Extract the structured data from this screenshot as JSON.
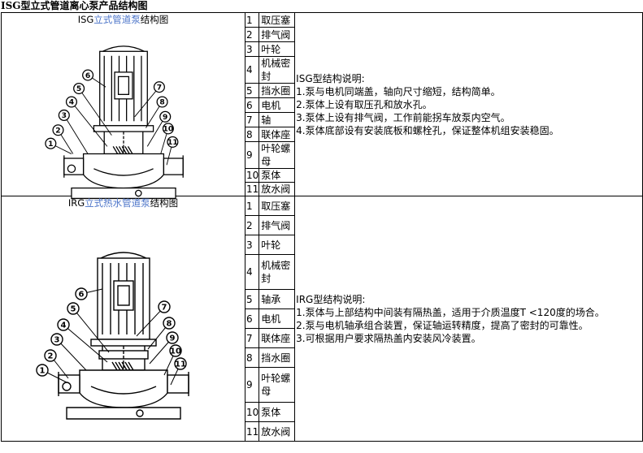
{
  "page": {
    "title": "ISG型立式管道离心泵产品结构图"
  },
  "sections": [
    {
      "caption_prefix": "ISG",
      "caption_link": "立式管道泵",
      "caption_suffix": "结构图",
      "parts": [
        {
          "num": "1",
          "name": "取压塞"
        },
        {
          "num": "2",
          "name": "排气阀"
        },
        {
          "num": "3",
          "name": "叶轮"
        },
        {
          "num": "4",
          "name": "机械密封"
        },
        {
          "num": "5",
          "name": "挡水圈"
        },
        {
          "num": "6",
          "name": "电机"
        },
        {
          "num": "7",
          "name": "轴"
        },
        {
          "num": "8",
          "name": "联体座"
        },
        {
          "num": "9",
          "name": "叶轮螺母"
        },
        {
          "num": "10",
          "name": "泵体"
        },
        {
          "num": "11",
          "name": "放水阀"
        }
      ],
      "description": [
        "ISG型结构说明:",
        "1.泵与电机同端盖，轴向尺寸缩短，结构简单。",
        "2.泵体上设有取压孔和放水孔。",
        "3.泵体上设有排气阀，工作前能拐车放泵内空气。",
        "4.泵体底部设有安装底板和螺栓孔，保证整体机组安装稳固。"
      ]
    },
    {
      "caption_prefix": "IRG",
      "caption_link": "立式热水管道泵",
      "caption_suffix": "结构图",
      "parts": [
        {
          "num": "1",
          "name": "取压塞"
        },
        {
          "num": "2",
          "name": "排气阀"
        },
        {
          "num": "3",
          "name": "叶轮"
        },
        {
          "num": "4",
          "name": "机械密封"
        },
        {
          "num": "5",
          "name": "轴承"
        },
        {
          "num": "6",
          "name": "电机"
        },
        {
          "num": "7",
          "name": "联体座"
        },
        {
          "num": "8",
          "name": "挡水圈"
        },
        {
          "num": "9",
          "name": "叶轮螺母"
        },
        {
          "num": "10",
          "name": "泵体"
        },
        {
          "num": "11",
          "name": "放水阀"
        }
      ],
      "description": [
        "IRG型结构说明:",
        "1.泵体与上部结构中间装有隔热盖，适用于介质温度T <120度的场合。",
        "2.泵与电机轴承组合装置，保证轴运转精度，提高了密封的可靠性。",
        "3.可根据用户要求隔热盖内安装风冷装置。"
      ]
    }
  ],
  "callout_numbers": [
    "1",
    "2",
    "3",
    "4",
    "5",
    "6",
    "7",
    "8",
    "9",
    "10",
    "11"
  ]
}
